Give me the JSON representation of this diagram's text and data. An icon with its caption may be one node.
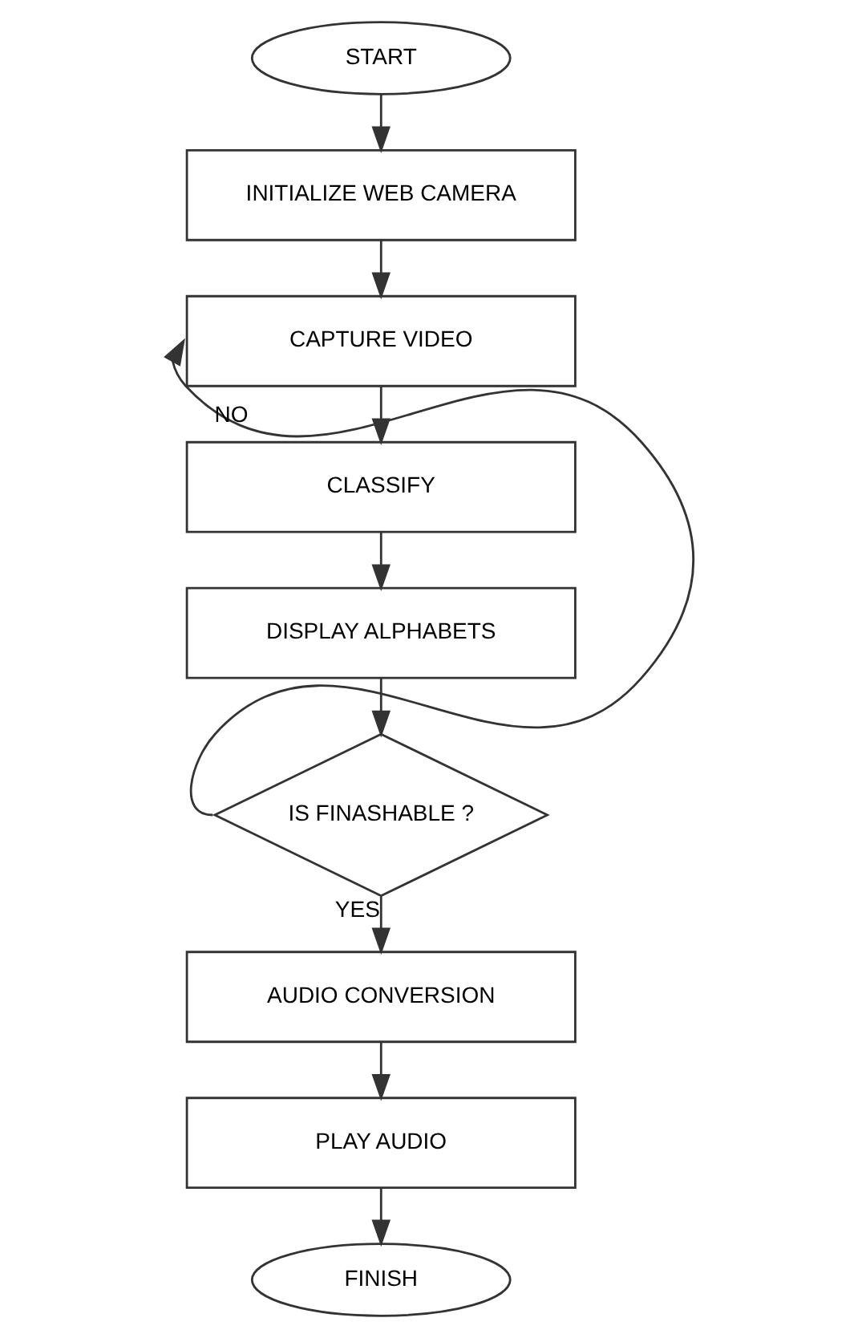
{
  "diagram": {
    "nodes": [
      {
        "text": [
          "START"
        ]
      },
      {
        "text": [
          "INITIALIZE WEB CAMERA"
        ]
      },
      {
        "text": [
          "CAPTURE VIDEO"
        ]
      },
      {
        "text": [
          "CLASSIFY"
        ]
      },
      {
        "text": [
          "DISPLAY ALPHABETS"
        ]
      },
      {
        "text": [
          "IS FINASHABLE ?"
        ]
      },
      {
        "text": [
          "AUDIO CONVERSION"
        ]
      },
      {
        "text": [
          "PLAY AUDIO"
        ]
      },
      {
        "text": [
          "FINISH"
        ]
      }
    ],
    "edges": [
      {
        "from": 0,
        "to": 1,
        "arrow": "to"
      },
      {
        "from": 1,
        "to": 2,
        "arrow": "to"
      },
      {
        "from": 2,
        "to": 3,
        "arrow": "to"
      },
      {
        "from": 3,
        "to": 4,
        "arrow": "to"
      },
      {
        "from": 4,
        "to": 5,
        "arrow": "to"
      },
      {
        "from": 5,
        "to": 2,
        "label": "NO",
        "arrow": "to"
      },
      {
        "from": 5,
        "to": 6,
        "label": "YES",
        "arrow": "to"
      },
      {
        "from": 6,
        "to": 7,
        "arrow": "to"
      },
      {
        "from": 7,
        "to": 8,
        "arrow": "to"
      }
    ]
  }
}
